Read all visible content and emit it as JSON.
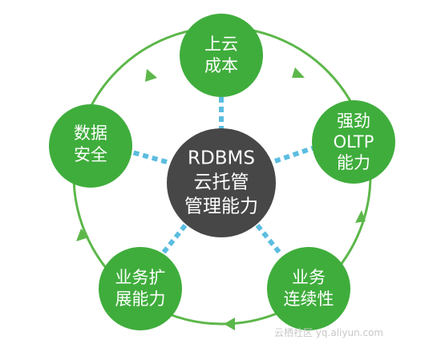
{
  "colors": {
    "node_green": "#3fad3c",
    "ring_green": "#5cb74a",
    "center_gray": "#474747",
    "connector_blue": "#5bbde0"
  },
  "center": {
    "lines": [
      "RDBMS",
      "云托管",
      "管理能力"
    ]
  },
  "nodes": [
    {
      "id": "cloud-cost",
      "lines": [
        "上云",
        "成本"
      ]
    },
    {
      "id": "oltp-capability",
      "lines": [
        "强劲",
        "OLTP",
        "能力"
      ]
    },
    {
      "id": "business-continuity",
      "lines": [
        "业务",
        "连续性"
      ]
    },
    {
      "id": "business-scalability",
      "lines": [
        "业务扩",
        "展能力"
      ]
    },
    {
      "id": "data-security",
      "lines": [
        "数据",
        "安全"
      ]
    }
  ],
  "watermark": "云栖社区 yq.aliyun.com"
}
